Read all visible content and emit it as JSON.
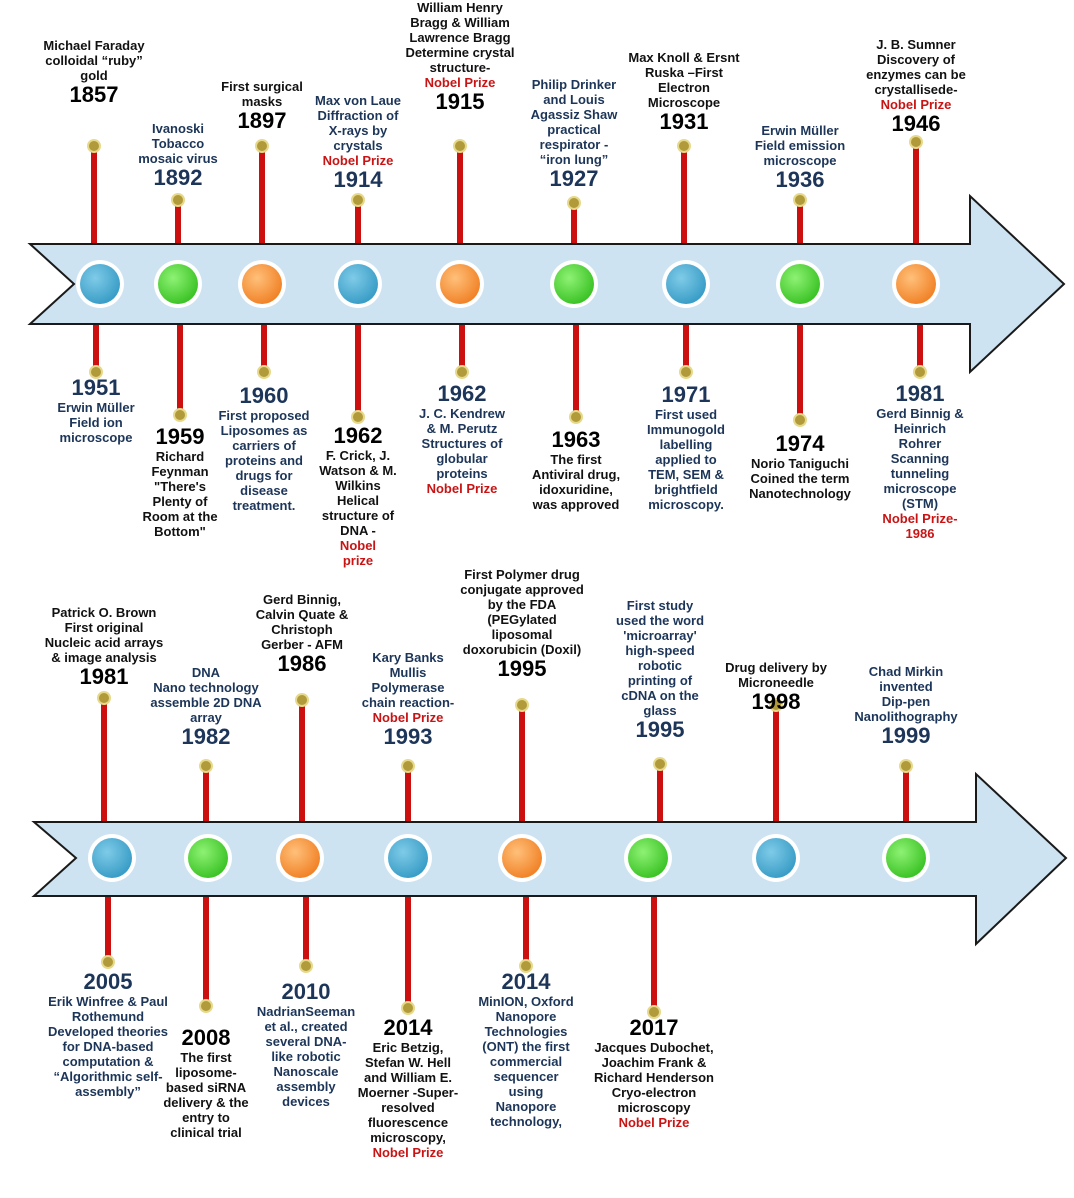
{
  "colors": {
    "arrow_fill": "#cde3f1",
    "arrow_stroke": "#1a1a1a",
    "stem": "#cc1010",
    "knob": "#b09a3a",
    "prize_text": "#c81414",
    "label_navy": "#1c3558",
    "label_black": "#111111",
    "node_blue": "#44a7cf",
    "node_green": "#54d43c",
    "node_orange": "#f6953a"
  },
  "timeline_rows": [
    {
      "node_colors": [
        "blue",
        "green",
        "orange",
        "blue",
        "orange",
        "green",
        "blue",
        "green",
        "orange"
      ],
      "above": [
        {
          "year": "1857",
          "desc": "Michael Faraday\ncolloidal “ruby”\ngold",
          "prize": "",
          "tone": "black"
        },
        {
          "year": "1892",
          "desc": "Ivanoski\nTobacco\nmosaic virus",
          "prize": "",
          "tone": "navy"
        },
        {
          "year": "1897",
          "desc": "First surgical\nmasks",
          "prize": "",
          "tone": "black"
        },
        {
          "year": "1914",
          "desc": "Max von Laue\nDiffraction of\nX-rays by\ncrystals",
          "prize": "Nobel Prize",
          "tone": "navy"
        },
        {
          "year": "1915",
          "desc": "William Henry\nBragg & William\nLawrence Bragg\nDetermine crystal\nstructure-",
          "prize": "Nobel Prize",
          "tone": "black"
        },
        {
          "year": "1927",
          "desc": "Philip Drinker\nand Louis\nAgassiz Shaw\npractical\nrespirator -\n“iron lung”",
          "prize": "",
          "tone": "navy"
        },
        {
          "year": "1931",
          "desc": "Max Knoll & Ersnt\nRuska –First\nElectron\nMicroscope",
          "prize": "",
          "tone": "black"
        },
        {
          "year": "1936",
          "desc": "Erwin Müller\nField emission\nmicroscope",
          "prize": "",
          "tone": "navy"
        },
        {
          "year": "1946",
          "desc": "J. B. Sumner\nDiscovery of\nenzymes can be\ncrystallisede-",
          "prize": "Nobel Prize",
          "tone": "black"
        }
      ],
      "below": [
        {
          "year": "1951",
          "desc": "Erwin Müller\nField ion\nmicroscope",
          "prize": "",
          "tone": "navy"
        },
        {
          "year": "1959",
          "desc": "Richard\nFeynman\n\"There's\nPlenty of\nRoom at the\nBottom\"",
          "prize": "",
          "tone": "black"
        },
        {
          "year": "1960",
          "desc": "First proposed\nLiposomes as\ncarriers of\nproteins and\ndrugs for\ndisease\ntreatment.",
          "prize": "",
          "tone": "navy"
        },
        {
          "year": "1962",
          "desc": "F. Crick, J.\nWatson & M.\nWilkins\nHelical\nstructure of\nDNA -",
          "prize": "Nobel\nprize",
          "tone": "black"
        },
        {
          "year": "1962",
          "desc": "J. C. Kendrew\n& M. Perutz\nStructures of\nglobular\nproteins",
          "prize": "Nobel Prize",
          "tone": "navy"
        },
        {
          "year": "1963",
          "desc": "The first\nAntiviral drug,\nidoxuridine,\nwas approved",
          "prize": "",
          "tone": "black"
        },
        {
          "year": "1971",
          "desc": "First used\nImmunogold\nlabelling\napplied to\nTEM, SEM &\nbrightfield\nmicroscopy.",
          "prize": "",
          "tone": "navy"
        },
        {
          "year": "1974",
          "desc": "Norio Taniguchi\nCoined the term\nNanotechnology",
          "prize": "",
          "tone": "black"
        },
        {
          "year": "1981",
          "desc": "Gerd Binnig &\nHeinrich\nRohrer\nScanning\ntunneling\nmicroscope\n(STM)",
          "prize": "Nobel Prize-\n1986",
          "tone": "navy"
        }
      ]
    },
    {
      "node_colors": [
        "blue",
        "green",
        "orange",
        "blue",
        "orange",
        "green",
        "blue",
        "green"
      ],
      "above": [
        {
          "year": "1981",
          "desc": "Patrick O. Brown\nFirst original\nNucleic acid arrays\n& image analysis",
          "prize": "",
          "tone": "black"
        },
        {
          "year": "1982",
          "desc": "DNA\nNano technology\nassemble 2D DNA\narray",
          "prize": "",
          "tone": "navy"
        },
        {
          "year": "1986",
          "desc": "Gerd Binnig,\nCalvin Quate &\nChristoph\nGerber - AFM",
          "prize": "",
          "tone": "black"
        },
        {
          "year": "1993",
          "desc": "Kary Banks\nMullis\nPolymerase\nchain reaction-",
          "prize": "Nobel Prize",
          "tone": "navy"
        },
        {
          "year": "1995",
          "desc": "First Polymer drug\nconjugate approved\nby the FDA\n(PEGylated\nliposomal\ndoxorubicin (Doxil)",
          "prize": "",
          "tone": "black"
        },
        {
          "year": "1995",
          "desc": "First study\nused the word\n'microarray'\nhigh-speed\nrobotic\nprinting of\ncDNA on the\nglass",
          "prize": "",
          "tone": "navy"
        },
        {
          "year": "1998",
          "desc": "Drug delivery by\nMicroneedle",
          "prize": "",
          "tone": "black"
        },
        {
          "year": "1999",
          "desc": "Chad Mirkin\ninvented\nDip-pen\nNanolithography",
          "prize": "",
          "tone": "navy"
        }
      ],
      "below": [
        {
          "year": "2005",
          "desc": "Erik Winfree & Paul\nRothemund\nDeveloped theories\nfor DNA-based\ncomputation &\n“Algorithmic self-\nassembly”",
          "prize": "",
          "tone": "navy"
        },
        {
          "year": "2008",
          "desc": "The first\nliposome-\nbased siRNA\ndelivery & the\nentry to\nclinical trial",
          "prize": "",
          "tone": "black"
        },
        {
          "year": "2010",
          "desc": "NadrianSeeman\net al., created\nseveral DNA-\nlike robotic\nNanoscale\nassembly\ndevices",
          "prize": "",
          "tone": "navy"
        },
        {
          "year": "2014",
          "desc": "Eric Betzig,\nStefan W. Hell\nand William E.\nMoerner -Super-\nresolved\nfluorescence\nmicroscopy,",
          "prize": "Nobel Prize",
          "tone": "black"
        },
        {
          "year": "2014",
          "desc": "MinION, Oxford\nNanopore\nTechnologies\n(ONT) the first\ncommercial\nsequencer\nusing\nNanopore\ntechnology,",
          "prize": "",
          "tone": "navy"
        },
        {
          "year": "2017",
          "desc": "Jacques Dubochet,\nJoachim Frank &\nRichard Henderson\nCryo-electron\nmicroscopy",
          "prize": "Nobel Prize",
          "tone": "black"
        }
      ]
    }
  ]
}
